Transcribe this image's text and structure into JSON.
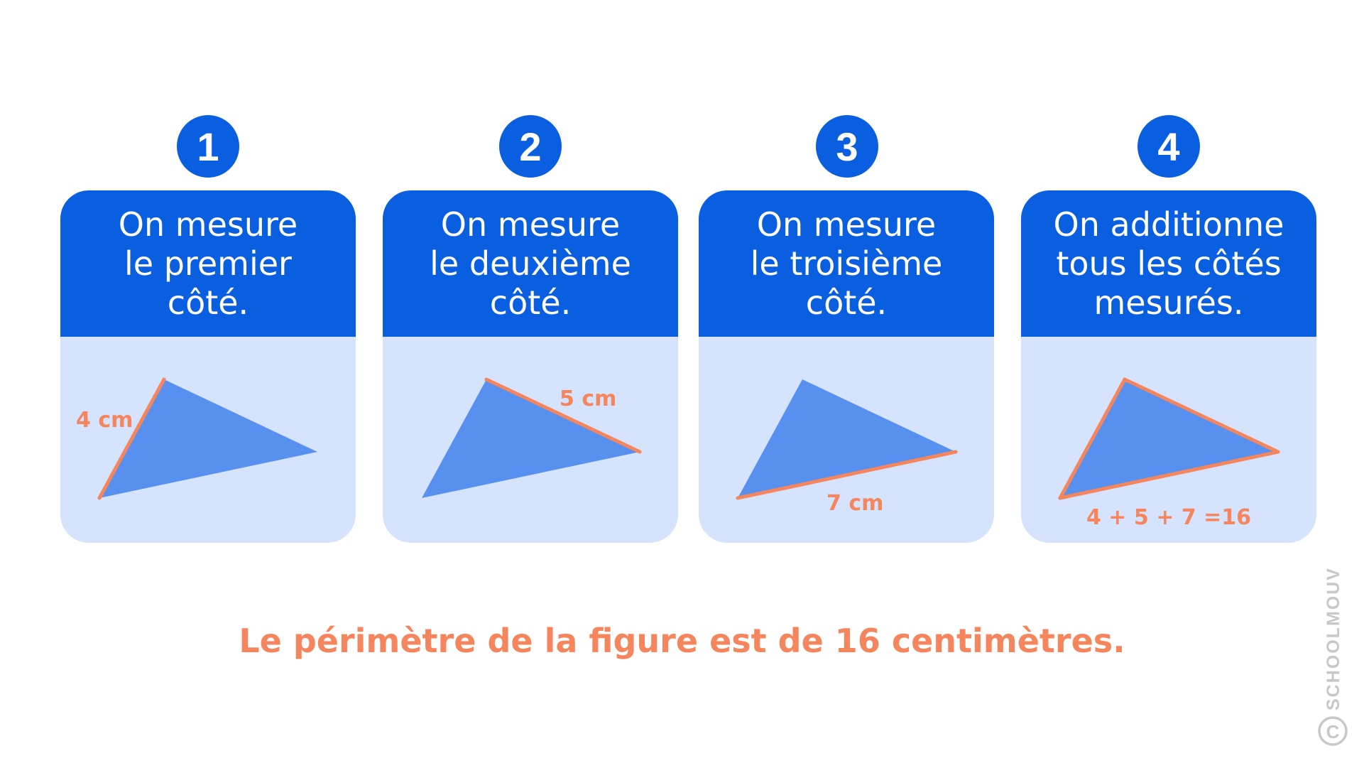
{
  "colors": {
    "primary_blue": "#0a5ee0",
    "light_blue": "#d6e3fd",
    "triangle_fill": "#5890f0",
    "accent_orange": "#f5855c",
    "watermark_gray": "#c8c8c8"
  },
  "steps": [
    {
      "number": "1",
      "text": "On mesure\nle premier\ncôté.",
      "highlight": "side-1",
      "label": "4 cm"
    },
    {
      "number": "2",
      "text": "On mesure\nle deuxième\ncôté.",
      "highlight": "side-2",
      "label": "5 cm"
    },
    {
      "number": "3",
      "text": "On mesure\nle troisième\ncôté.",
      "highlight": "side-3",
      "label": "7 cm"
    },
    {
      "number": "4",
      "text": "On additionne\ntous les côtés\nmesurés.",
      "highlight": "all",
      "label": "4 + 5 + 7 =16"
    }
  ],
  "conclusion": "Le périmètre de la figure est de 16 centimètres.",
  "watermark": {
    "icon": "copyright-icon",
    "text": "SCHOOLMOUV"
  }
}
